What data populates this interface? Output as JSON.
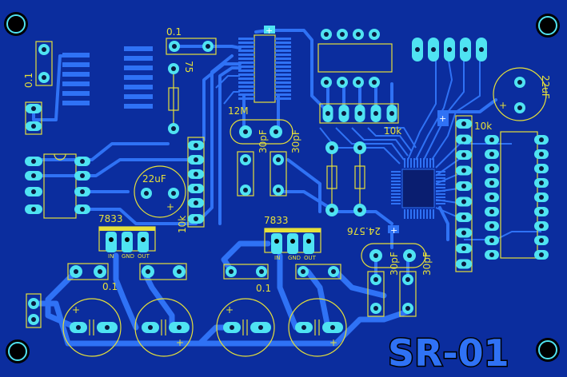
{
  "board": {
    "title": "SR-01",
    "colors": {
      "substrate": "#0b2d9e",
      "copper": "#2f72f5",
      "pad": "#4fe3f2",
      "silkscreen": "#e6e03a"
    }
  },
  "labels": {
    "cap_top_left": "0.1",
    "cap_top": "0.1",
    "res_75": "75",
    "crystal_12m": "12M",
    "cap_30pf_a": "30pF",
    "cap_30pf_b": "30pF",
    "elec_22uf_left": "22uF",
    "res_10k_left": "10k",
    "reg1": "7833",
    "reg2": "7833",
    "reg_pin_in": "IN",
    "reg_pin_gnd": "GND",
    "reg_pin_out": "OUT",
    "cap_reg1": "0.1",
    "cap_reg2": "0.1",
    "crystal_24": "24.576",
    "cap_30pf_c": "30pF",
    "cap_30pf_d": "30pF",
    "res_array_10k": "10k",
    "res_array_10k_right": "10k",
    "elec_22uf_right": "22uF",
    "plus": "+"
  }
}
